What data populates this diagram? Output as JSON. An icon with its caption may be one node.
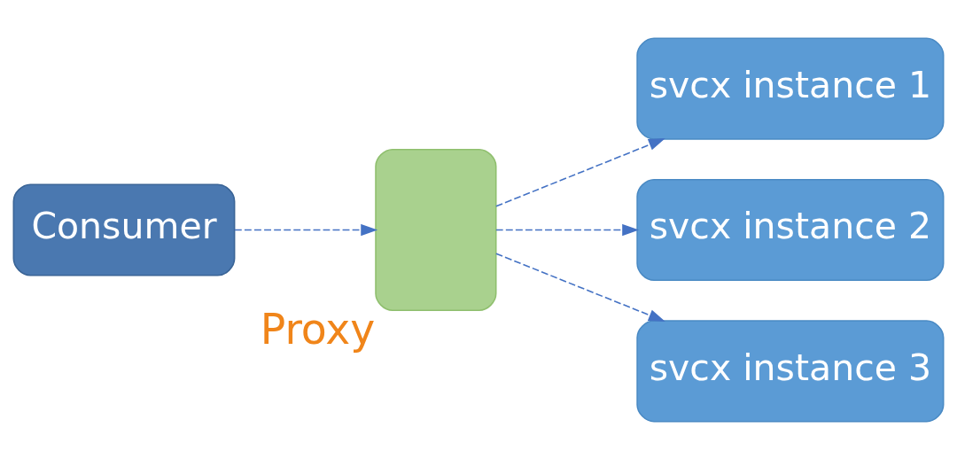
{
  "diagram": {
    "nodes": [
      {
        "text": [
          "Consumer"
        ]
      },
      {
        "text": [
          "Proxy"
        ]
      },
      {
        "text": [
          "svcx instance 1"
        ]
      },
      {
        "text": [
          "svcx instance 2"
        ]
      },
      {
        "text": [
          "svcx instance 3"
        ]
      }
    ],
    "edges": [
      {
        "from": 0,
        "to": 1,
        "arrow": "to",
        "style": "dashed"
      },
      {
        "from": 1,
        "to": 2,
        "arrow": "to",
        "style": "dashed"
      },
      {
        "from": 1,
        "to": 3,
        "arrow": "to",
        "style": "dashed"
      },
      {
        "from": 1,
        "to": 4,
        "arrow": "to",
        "style": "dashed"
      }
    ]
  }
}
